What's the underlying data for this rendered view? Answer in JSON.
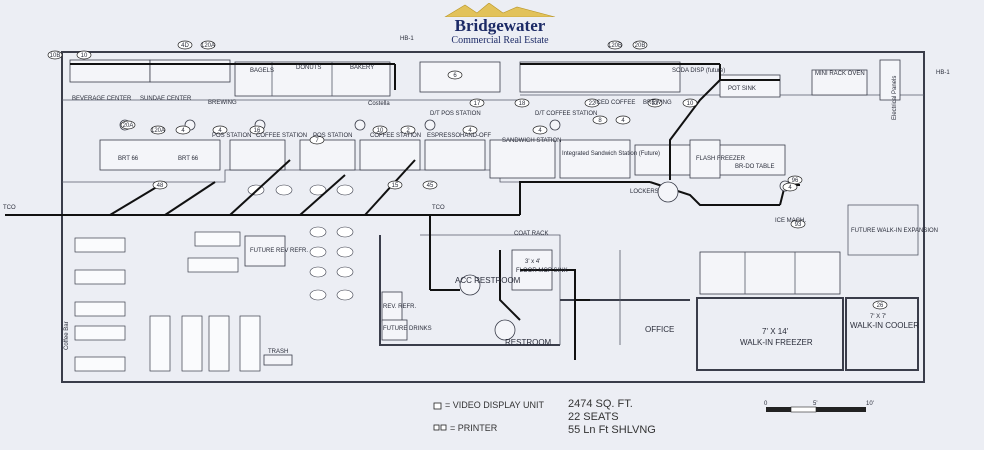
{
  "logo": {
    "name": "Bridgewater",
    "subtitle": "Commercial Real Estate"
  },
  "rooms": {
    "acc_restroom": "ACC RESTROOM",
    "restroom": "RESTROOM",
    "office": "OFFICE",
    "walk_in_freezer_size": "7' X 14'",
    "walk_in_freezer": "WALK-IN FREEZER",
    "walk_in_cooler": "WALK-IN COOLER",
    "walk_in_cooler_size": "7' X 7'",
    "future_walk_in": "FUTURE WALK-IN EXPANSION"
  },
  "labels": {
    "beverage_center": "BEVERAGE CENTER",
    "sundae_center": "SUNDAE CENTER",
    "brewing_left": "BREWING",
    "brewing_right": "BREWING",
    "bagels": "BAGELS",
    "donuts": "DONUTS",
    "bakery": "BAKERY",
    "costella": "Costella",
    "dt_pos_station_left": "D/T POS STATION",
    "dt_coffee_station": "D/T COFFEE STATION",
    "pos_station_1": "POS STATION",
    "coffee_station_1": "COFFEE STATION",
    "pos_station_2": "POS STATION",
    "coffee_station_2": "COFFEE STATION",
    "espresso": "ESPRESSO",
    "hand_off": "HAND-OFF",
    "sandwich_station": "SANDWICH STATION",
    "integrated_sandwich": "Integrated Sandwich Station (Future)",
    "flash_freezer": "FLASH FREEZER",
    "br_do_table": "BR-DO TABLE",
    "pot_sink": "POT SINK",
    "mini_rack_oven": "MINI RACK OVEN",
    "soda_disp": "SODA DISP (future)",
    "iced_coffee": "ICED COFFEE",
    "ice_mach": "ICE MACH.",
    "lockers": "LOCKERS",
    "coat_rack": "COAT RACK",
    "floor_mop_sink": "FLOOR MOP SINK",
    "mop_sink_size": "3' x 4'",
    "future_rev_refr": "FUTURE REV REFR.",
    "rev_refr": "REV. REFR.",
    "future_drinks": "FUTURE DRINKS",
    "trash": "TRASH",
    "brt_left": "BRT 66",
    "brt_right": "BRT 66",
    "electrical_panels": "Electrical Panels",
    "coffee_bar": "Coffee Bar",
    "tco_left": "TCO",
    "tco_mid": "TCO",
    "hb_top": "HB-1",
    "hb_right": "HB-1"
  },
  "tags": [
    "10B",
    "10",
    "4D",
    "120A",
    "120B",
    "20B",
    "120A",
    "4",
    "20A",
    "4",
    "2",
    "4",
    "4",
    "8",
    "4",
    "17",
    "18",
    "22",
    "32",
    "10",
    "10",
    "16",
    "7",
    "15",
    "48",
    "96",
    "93",
    "26",
    "4",
    "6",
    "45"
  ],
  "legend": {
    "video_display": "= VIDEO DISPLAY UNIT",
    "printer": "= PRINTER"
  },
  "summary": {
    "area": "2474 SQ. FT.",
    "seats": "22 SEATS",
    "shelving": "55 Ln Ft SHLVNG"
  },
  "scale": {
    "zero": "0",
    "mid": "5'",
    "end": "10'"
  }
}
